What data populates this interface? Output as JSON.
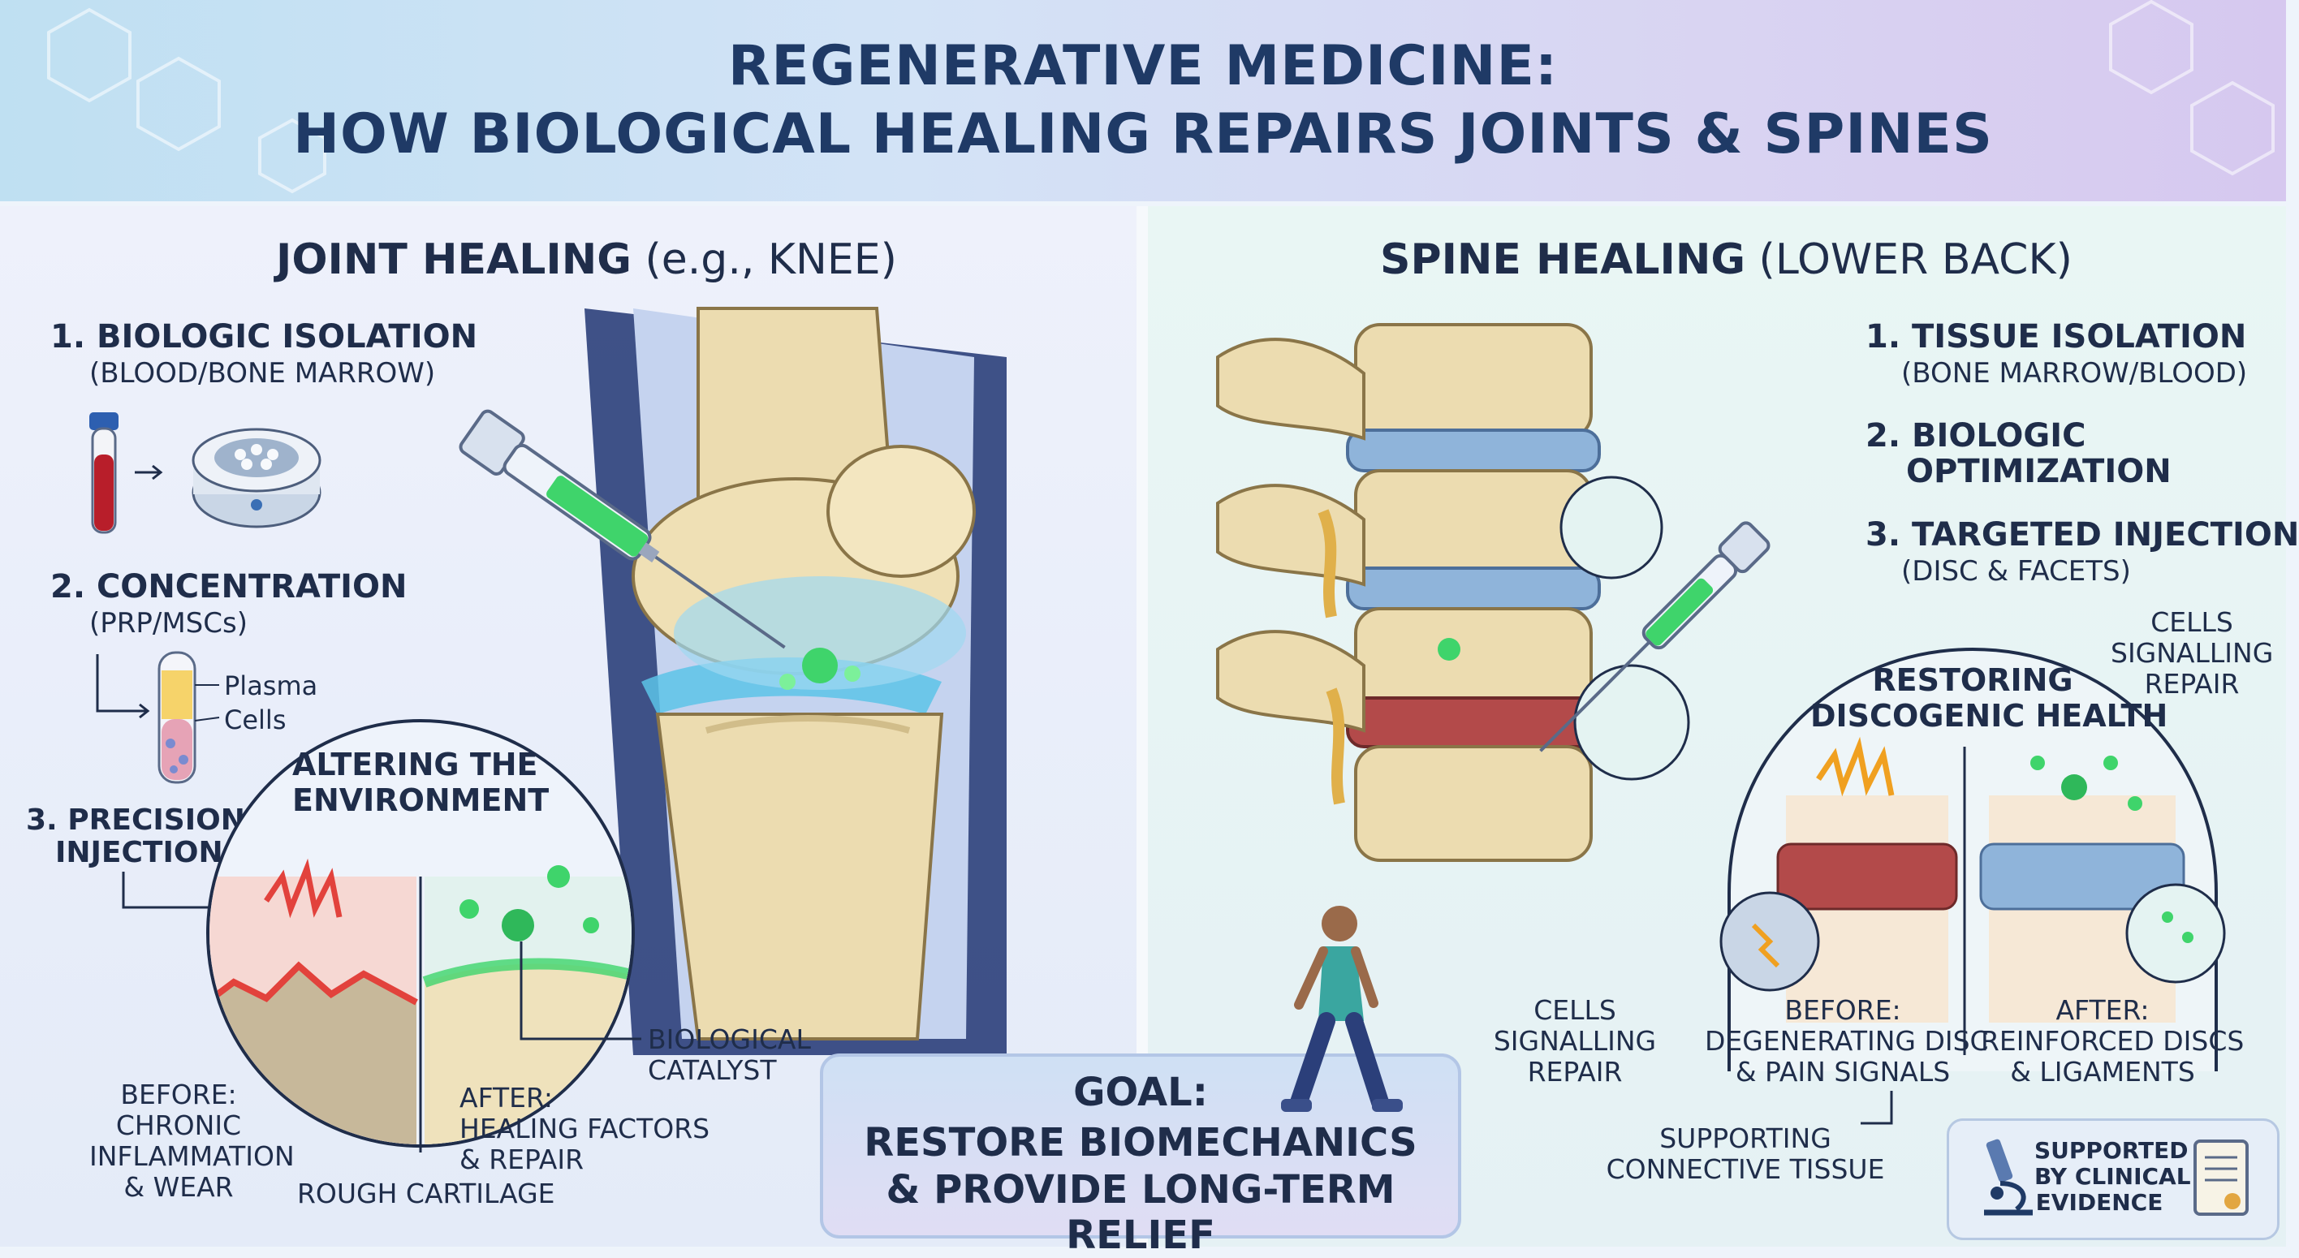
{
  "title": {
    "line1": "REGENERATIVE MEDICINE:",
    "line2": "HOW BIOLOGICAL HEALING REPAIRS JOINTS & SPINES"
  },
  "joint": {
    "heading_bold": "JOINT HEALING",
    "heading_rest": " (e.g., KNEE)",
    "step1_title": "1. BIOLOGIC ISOLATION",
    "step1_sub": "(BLOOD/BONE MARROW)",
    "step2_title": "2. CONCENTRATION",
    "step2_sub": "(PRP/MSCs)",
    "tube_plasma": "Plasma",
    "tube_cells": "Cells",
    "step3_line1": "3. PRECISION",
    "step3_line2": "INJECTION",
    "circle_title_l1": "ALTERING THE",
    "circle_title_l2": "ENVIRONMENT",
    "before_l1": "BEFORE:",
    "before_l2": "CHRONIC",
    "before_l3": "INFLAMMATION",
    "before_l4": "& WEAR",
    "after_l1": "AFTER:",
    "after_l2": "HEALING FACTORS",
    "after_l3": "& REPAIR",
    "rough_cartilage": "ROUGH CARTILAGE",
    "catalyst_l1": "BIOLOGICAL",
    "catalyst_l2": "CATALYST"
  },
  "spine": {
    "heading_bold": "SPINE HEALING",
    "heading_rest": " (LOWER BACK)",
    "step1_title": "1. TISSUE ISOLATION",
    "step1_sub": "(BONE MARROW/BLOOD)",
    "step2_l1": "2. BIOLOGIC",
    "step2_l2": "OPTIMIZATION",
    "step3_title": "3. TARGETED INJECTION",
    "step3_sub": "(DISC & FACETS)",
    "cells_top_l1": "CELLS",
    "cells_top_l2": "SIGNALLING",
    "cells_top_l3": "REPAIR",
    "restoring_l1": "RESTORING",
    "restoring_l2": "DISCOGENIC HEALTH",
    "cells_left_l1": "CELLS",
    "cells_left_l2": "SIGNALLING",
    "cells_left_l3": "REPAIR",
    "before_l1": "BEFORE:",
    "before_l2": "DEGENERATING DISC",
    "before_l3": "& PAIN SIGNALS",
    "after_l1": "AFTER:",
    "after_l2": "REINFORCED DISCS",
    "after_l3": "& LIGAMENTS",
    "supporting_l1": "SUPPORTING",
    "supporting_l2": "CONNECTIVE TISSUE"
  },
  "goal": {
    "l1": "GOAL:",
    "l2": "RESTORE BIOMECHANICS",
    "l3": "& PROVIDE LONG-TERM RELIEF"
  },
  "evidence": {
    "l1": "SUPPORTED",
    "l2": "BY CLINICAL",
    "l3": "EVIDENCE"
  },
  "icons": [
    "syringe-icon",
    "blood-tube-icon",
    "centrifuge-icon",
    "prp-tube-icon",
    "knee-illustration",
    "spine-illustration",
    "walking-person-icon",
    "microscope-icon",
    "document-icon",
    "lightning-icon"
  ],
  "colors": {
    "title": "#1f3a66",
    "serum_green": "#3fd46b",
    "inflammation_red": "#e2423c",
    "bone": "#ecdcb0",
    "disc_blue": "#8fb4da"
  }
}
